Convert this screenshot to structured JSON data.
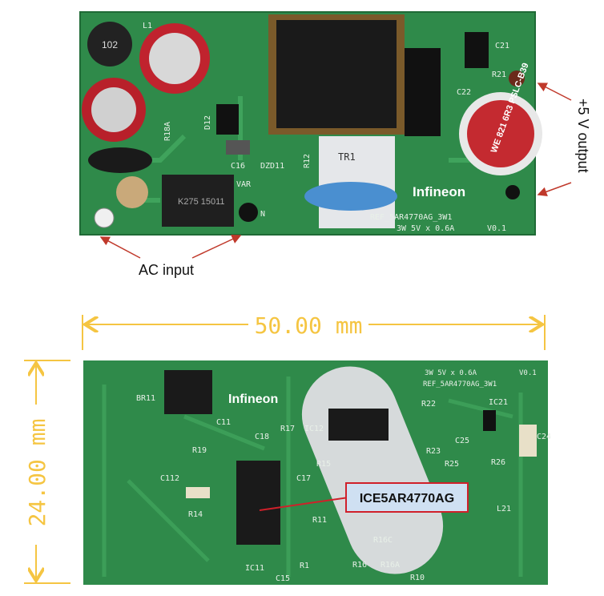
{
  "top_board": {
    "brand": "Infineon",
    "name_label": "REF_5AR4770AG_3W1",
    "spec_label": "3W 5V x 0.6A",
    "version": "V0.1",
    "transformer_label": "TR1",
    "silkscreen": [
      "L1",
      "R18A",
      "D12",
      "C16",
      "DZD11",
      "R12",
      "C21",
      "R21",
      "C22",
      "VAR",
      "N"
    ],
    "capacitor_text": "WE 821 6R3 PSLC-B39",
    "varistor_text": "K275 15011",
    "inductor_text": "102"
  },
  "annotations": {
    "ac_input": "AC input",
    "v_output": "+5 V output",
    "ic_callout": "ICE5AR4770AG",
    "width_dimension": "50.00 mm",
    "height_dimension": "24.00 mm"
  },
  "bottom_board": {
    "brand": "Infineon",
    "spec_label": "3W 5V x 0.6A",
    "name_label": "REF_5AR4770AG_3W1",
    "version": "V0.1",
    "silkscreen": [
      "BR11",
      "C11",
      "R19",
      "C18",
      "R17",
      "IC12",
      "R22",
      "IC21",
      "C24",
      "C112",
      "R14",
      "C17",
      "R15",
      "R23",
      "C25",
      "R25",
      "R26",
      "L21",
      "R11",
      "IC11",
      "C15",
      "R1",
      "R16",
      "R16A",
      "R16C",
      "R10"
    ]
  },
  "colors": {
    "pcb_green": "#2f8a4a",
    "arrow_red": "#c0392b",
    "dimension_yellow": "#f5c542",
    "callout_fill": "#cfe0f2",
    "callout_border": "#d0202a"
  }
}
